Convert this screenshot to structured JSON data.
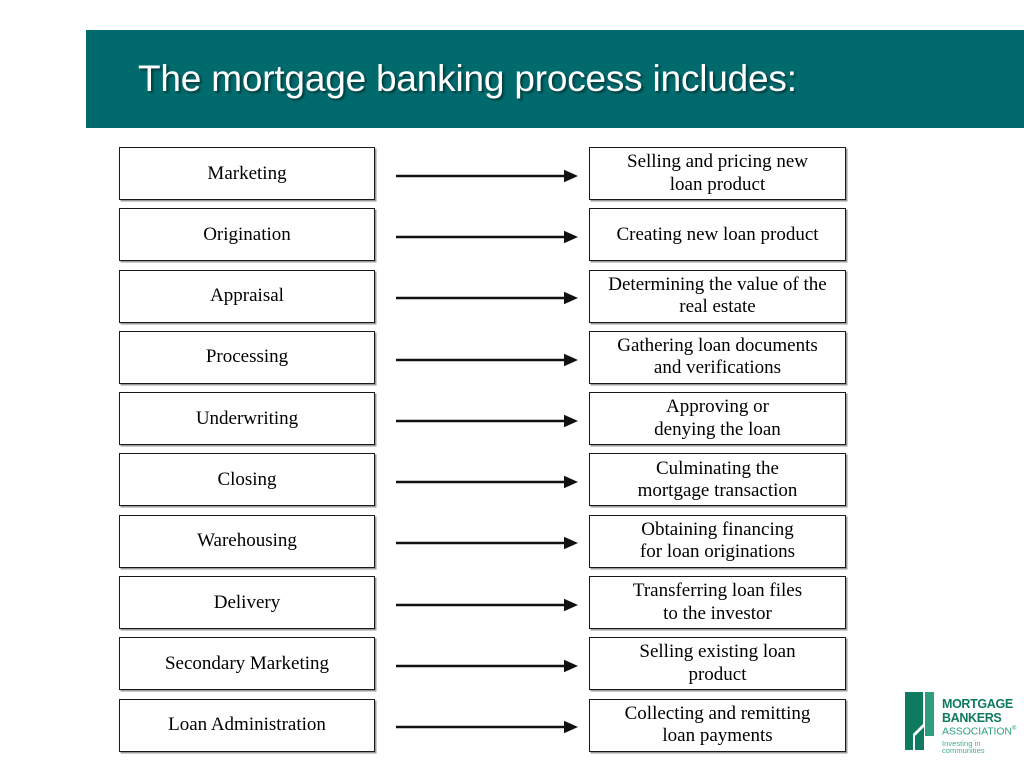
{
  "slide": {
    "title": "The mortgage banking process includes:",
    "accent_color": "#016A6D",
    "title_color": "#FFFFFF",
    "background_color": "#FFFFFF",
    "box_border_color": "#1A1A1A",
    "box_shadow_color": "#9A9A9A"
  },
  "process": {
    "arrow_icon": "right-arrow-icon",
    "rows": [
      {
        "stage": "Marketing",
        "description": "Selling and pricing new\nloan product"
      },
      {
        "stage": "Origination",
        "description": "Creating new loan product"
      },
      {
        "stage": "Appraisal",
        "description": "Determining the value of the\nreal estate"
      },
      {
        "stage": "Processing",
        "description": "Gathering loan documents\nand verifications"
      },
      {
        "stage": "Underwriting",
        "description": "Approving or\ndenying the loan"
      },
      {
        "stage": "Closing",
        "description": "Culminating the\nmortgage transaction"
      },
      {
        "stage": "Warehousing",
        "description": "Obtaining financing\nfor loan originations"
      },
      {
        "stage": "Delivery",
        "description": "Transferring loan files\nto the investor"
      },
      {
        "stage": "Secondary Marketing",
        "description": "Selling existing loan\nproduct"
      },
      {
        "stage": "Loan Administration",
        "description": "Collecting and remitting\nloan payments"
      }
    ]
  },
  "logo": {
    "mark_icon": "mba-building-mark-icon",
    "line1": "MORTGAGE",
    "line2": "BANKERS",
    "line3": "ASSOCIATION",
    "registered_mark": "®",
    "tagline": "Investing in communities",
    "primary_color": "#0E7A5F",
    "secondary_color": "#2E9E7E"
  }
}
